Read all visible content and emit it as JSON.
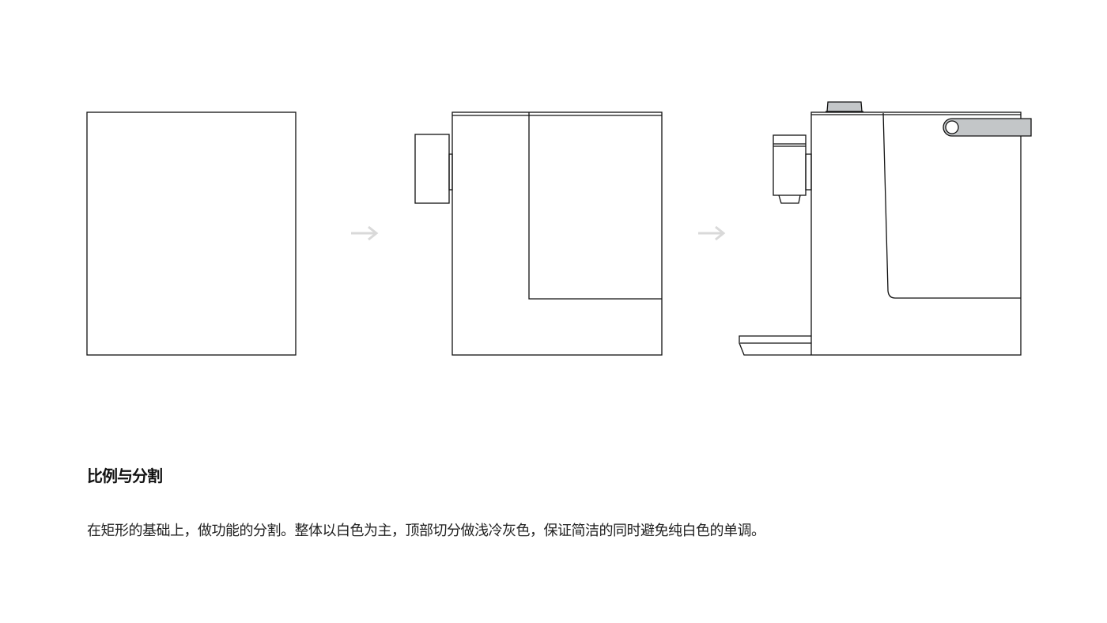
{
  "section_title": "比例与分割",
  "description": "在矩形的基础上，做功能的分割。整体以白色为主，顶部切分做浅冷灰色，保证简洁的同时避免纯白色的单调。",
  "colors": {
    "line": "#111111",
    "accent_gray": "#c3c6c8",
    "arrow": "#d9d9d9"
  },
  "steps": [
    "rectangle",
    "split",
    "final"
  ]
}
